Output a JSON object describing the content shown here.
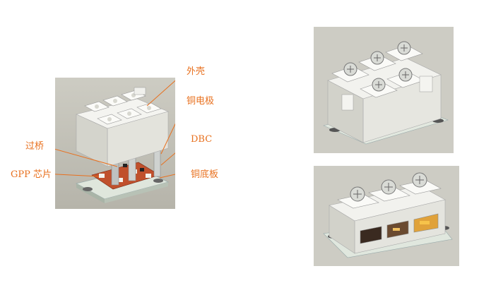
{
  "callouts": {
    "housing": "外壳",
    "copper_electrode": "铜电极",
    "dbc": "DBC",
    "bridge": "过桥",
    "copper_base": "铜底板",
    "gpp_chip": "GPP 芯片"
  },
  "colors": {
    "callout": "#e8701e",
    "housing": "#eeeeea",
    "panel_bg": "#c8c6bc",
    "dbc_red": "#c0502c"
  }
}
